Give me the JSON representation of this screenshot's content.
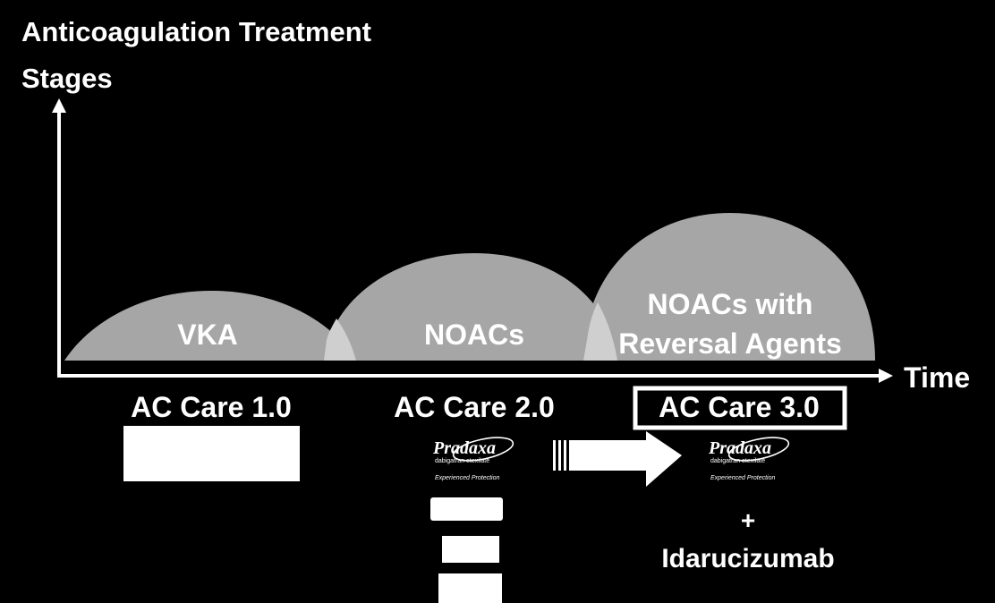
{
  "axes": {
    "y_label_line1": "Anticoagulation Treatment",
    "y_label_line2": "Stages",
    "x_label": "Time"
  },
  "stages": [
    {
      "label": "VKA"
    },
    {
      "label": "NOACs"
    },
    {
      "label_line1": "NOACs with",
      "label_line2": "Reversal Agents"
    }
  ],
  "care_levels": [
    {
      "label": "AC Care 1.0"
    },
    {
      "label": "AC Care 2.0"
    },
    {
      "label": "AC Care 3.0"
    }
  ],
  "logo": {
    "brand": "Pradaxa",
    "generic": "dabigatran etexilate",
    "tagline": "Experienced Protection"
  },
  "addition": {
    "plus": "+",
    "drug": "Idarucizumab"
  },
  "colors": {
    "background": "#000000",
    "dome": "#a6a6a6",
    "overlap": "#cfcfcf",
    "foreground": "#ffffff"
  }
}
